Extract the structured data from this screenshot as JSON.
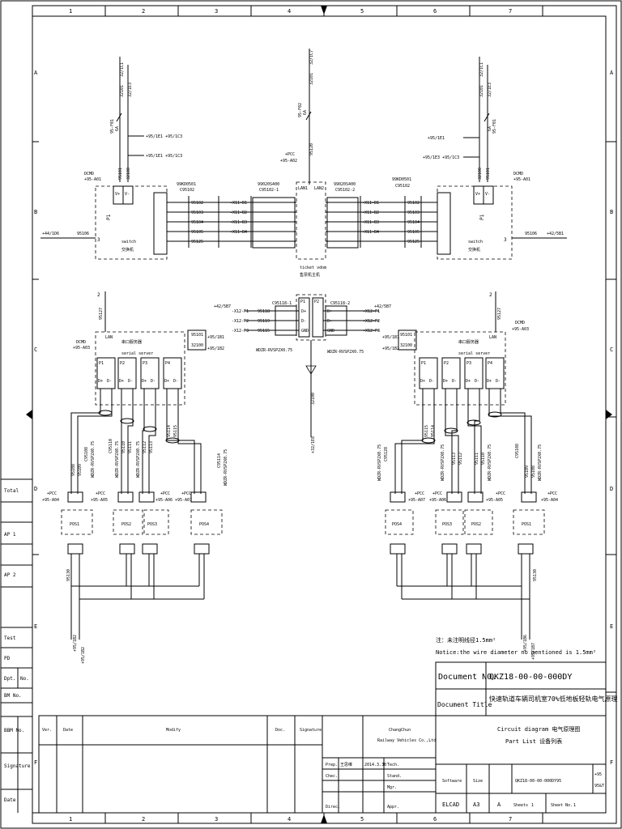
{
  "grid": {
    "columns": [
      "1",
      "2",
      "3",
      "4",
      "5",
      "6",
      "7"
    ],
    "rows": [
      "A",
      "B",
      "C",
      "D",
      "E",
      "F"
    ]
  },
  "top_links": {
    "left": [
      "32101",
      "32/1C1",
      "32/1E3"
    ],
    "center": [
      "32101",
      "32/1C7"
    ],
    "right": [
      "32101",
      "32/1C1",
      "32/1E3"
    ]
  },
  "fuses": {
    "left_id": "95-F01",
    "left_rating": "6A",
    "center_id": "95-F02",
    "center_rating": "6A",
    "right_id": "95-F01",
    "right_rating": "6A"
  },
  "refs_top": {
    "left_1": "+95/1E1 +95/1C3",
    "left_2": "+95/1E1 +95/1C3",
    "right_1": "+95/1E1",
    "right_2": "+95/1E3 +95/1C3",
    "pcc": "+PCC",
    "a02": "+95-A02",
    "a01": "+95-A01",
    "dcmd": "DCMD",
    "wire_95101": "95101",
    "wire_32100": "32100",
    "wire_95120": "95120"
  },
  "switches": {
    "name": "switch",
    "name_cn": "交换机",
    "p1": "P1",
    "left_ext": "+44/1D6",
    "right_ext": "+42/5B1",
    "wire_95106": "95106",
    "pins": [
      "1",
      "2",
      "3"
    ],
    "vdc": [
      "V+",
      "V-"
    ]
  },
  "cables_top": {
    "left_code": "99KD0501",
    "left_ref": "C95102",
    "mid_left_code": "99020S400",
    "mid_left_ref": "C95102-1",
    "mid_right_code": "99020S400",
    "mid_right_ref": "C95102-2",
    "right_code": "99KD0501",
    "right_ref": "C95102",
    "wires_left": [
      "95102",
      "95103",
      "95104",
      "95105",
      "95125"
    ],
    "wires_right": [
      "95102",
      "95103",
      "95104",
      "95105",
      "95125"
    ],
    "terms_left": [
      "-X11-B1",
      "-X11-B2",
      "-X11-B3",
      "-X11-B4"
    ],
    "terms_right": [
      "-X11-B1",
      "-X11-B2",
      "-X11-B3",
      "-X11-B4"
    ],
    "lan_left": "LAN1",
    "lan_right": "LAN2"
  },
  "ticket_machine": {
    "label": "ticket vdom",
    "label_cn": "售票机主机"
  },
  "center_block": {
    "ref_left": "+42/5B7",
    "ref_right": "+42/5B7",
    "terms_left": [
      "-X12-F1",
      "-X12-F2",
      "-X12-F3"
    ],
    "terms_right": [
      "-X12-F1",
      "-X12-F2",
      "-X12-F3"
    ],
    "wires_left": [
      "95118",
      "95119",
      "95115"
    ],
    "cable_left": "C95118-1",
    "cable_right": "C95118-2",
    "cable_type_left": "WDZR-RVSP2X0.75",
    "cable_type_right": "WDZR-RVSP2X0.75",
    "p1": "P1",
    "p2": "P2",
    "sig": [
      "D+",
      "D-",
      "GND"
    ],
    "wire_bottom": "32100",
    "ref_bottom": "+32/1E8"
  },
  "serial_left": {
    "dcmd": "DCMD",
    "a03": "+95-A03",
    "title": "serial server",
    "title_cn": "串口服务器",
    "lan": "LAN",
    "wire_95127": "95127",
    "ref_1": "+95/1B1",
    "ref_2": "+95/1B2",
    "ports": [
      "P1",
      "P2",
      "P3",
      "P4"
    ],
    "pins": [
      "D+",
      "D-"
    ]
  },
  "serial_right": {
    "dcmd": "DCMD",
    "a03": "+95-A03",
    "title": "serial server",
    "title_cn": "串口服务器",
    "lan": "LAN",
    "wire_95127": "95127",
    "ref_1": "+95/1B1",
    "ref_2": "+95/1B2",
    "ports": [
      "P1",
      "P2",
      "P3",
      "P4"
    ],
    "pins": [
      "D+",
      "D-"
    ]
  },
  "pos_left": {
    "labels": [
      "POS1",
      "POS2",
      "POS3",
      "POS4"
    ],
    "pcc": "+PCC",
    "a": [
      "+95-A04",
      "+95-A05",
      "+95-A06",
      "+95-A07"
    ],
    "wire_vert": [
      "95108",
      "95109",
      "95110",
      "95111",
      "95112",
      "95113",
      "95114",
      "95115"
    ],
    "cables": [
      "C95108",
      "C95110",
      "C95112",
      "C95114"
    ],
    "cable_type": "WDZR-RVSP2X0.75",
    "bottom_wire": "95130",
    "bottom_ref_1": "+95/1B2",
    "bottom_ref_2": "+95/1B2"
  },
  "pos_right": {
    "labels": [
      "POS4",
      "POS3",
      "POS2",
      "POS1"
    ],
    "pcc": "+PCC",
    "a": [
      "+95-A07",
      "+95-A06",
      "+95-A05",
      "+95-A04"
    ],
    "wire_vert": [
      "95115",
      "95114",
      "95113",
      "95112",
      "95111",
      "95110",
      "95109",
      "95108"
    ],
    "cables": [
      "C95128",
      "C95126",
      "C95112",
      "C95108"
    ],
    "cable_type": "WDZR-RVSP2X0.75",
    "bottom_wire": "95130",
    "bottom_ref_1": "+95/1B6",
    "bottom_ref_2": "+95/1B7"
  },
  "notes": {
    "cn": "注：未注明线径1.5mm²",
    "en": "Notice:the wire diameter no mentioned is 1.5mm²"
  },
  "left_margin": {
    "labels": [
      "Total",
      "AP 1",
      "AP 2",
      "Test",
      "PD",
      "Dpt.",
      "No.",
      "BM No.",
      "BBM No.",
      "Signature",
      "Date"
    ]
  },
  "title_block": {
    "document_no_label": "Document NO.",
    "document_no": "QKZ18-00-00-000DY",
    "document_title_label": "Document Title",
    "document_title": "快速轨道车辆司机室70%低地板轻轨电气原理",
    "rev_headers": [
      "Ver.",
      "Date",
      "Modify",
      "Doc.",
      "Signature"
    ],
    "company_1": "ChangChun",
    "company_2": "Railway Vehicles Co.,Ltd",
    "title_1": "Circuit diagram 电气原理图",
    "title_2": "Part List 设备列表",
    "roles": [
      "Prep.",
      "Chec.",
      "",
      "Direc."
    ],
    "prep_name": "王思维",
    "prep_date": "2014.3.30",
    "role_right": [
      "Tech.",
      "Stand.",
      "Mgr.",
      "Appr."
    ],
    "software_label": "Software",
    "size_label": "Size",
    "doc_code": "QKZ18-00-00-000DY95",
    "plus95": "+95",
    "sheet_tag": "95&T",
    "software": "ELCAD",
    "size": "A3",
    "version": "A",
    "sheets_label": "Sheets",
    "sheets": "1",
    "sheet_no_label": "Sheet No.",
    "sheet_no": "1"
  }
}
